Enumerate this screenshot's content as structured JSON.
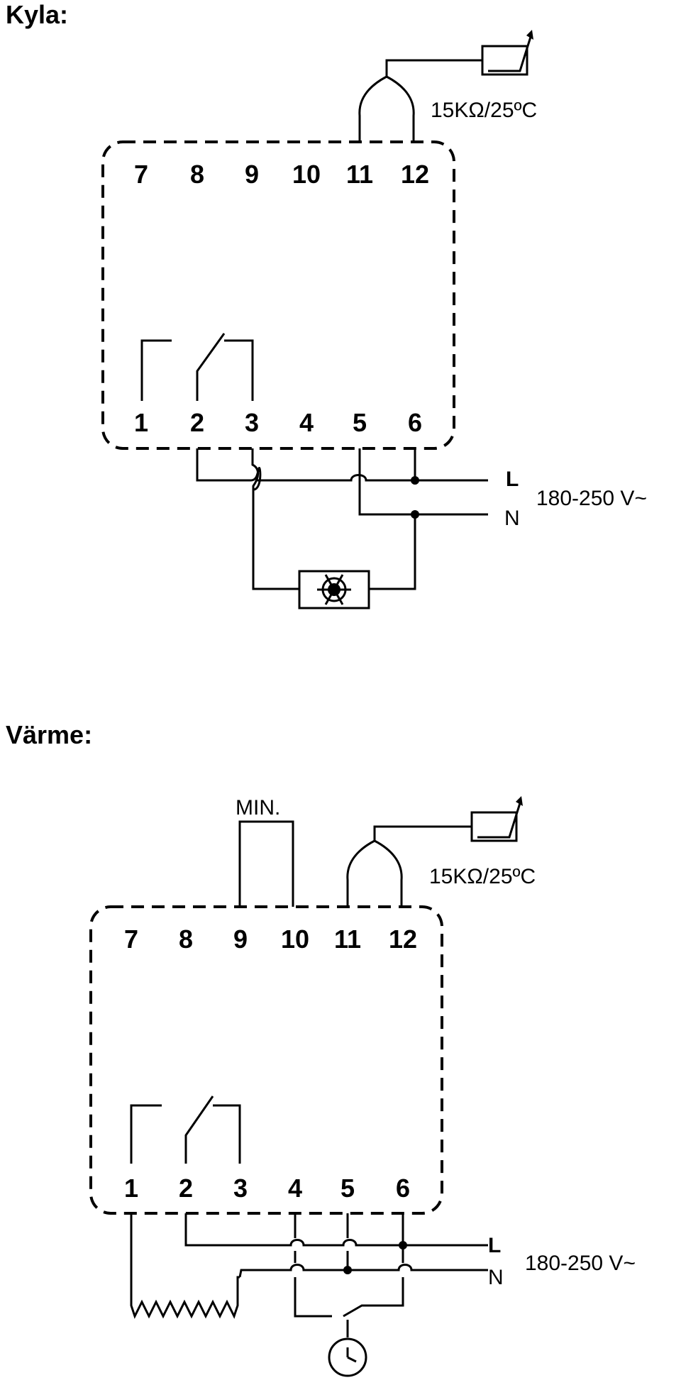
{
  "kyla": {
    "title": "Kyla:",
    "top_terminals": [
      "7",
      "8",
      "9",
      "10",
      "11",
      "12"
    ],
    "bottom_terminals": [
      "1",
      "2",
      "3",
      "4",
      "5",
      "6"
    ],
    "sensor_label": "15KΩ/25ºC",
    "line_label": "L",
    "neutral_label": "N",
    "voltage_label": "180-250 V~",
    "load_icon": "snowflake-icon"
  },
  "varme": {
    "title": "Värme:",
    "top_terminals": [
      "7",
      "8",
      "9",
      "10",
      "11",
      "12"
    ],
    "bottom_terminals": [
      "1",
      "2",
      "3",
      "4",
      "5",
      "6"
    ],
    "bridge_label": "MIN.",
    "sensor_label": "15KΩ/25ºC",
    "line_label": "L",
    "neutral_label": "N",
    "voltage_label": "180-250 V~",
    "load_icon": "heater-resistor-icon",
    "timer_icon": "clock-icon"
  }
}
